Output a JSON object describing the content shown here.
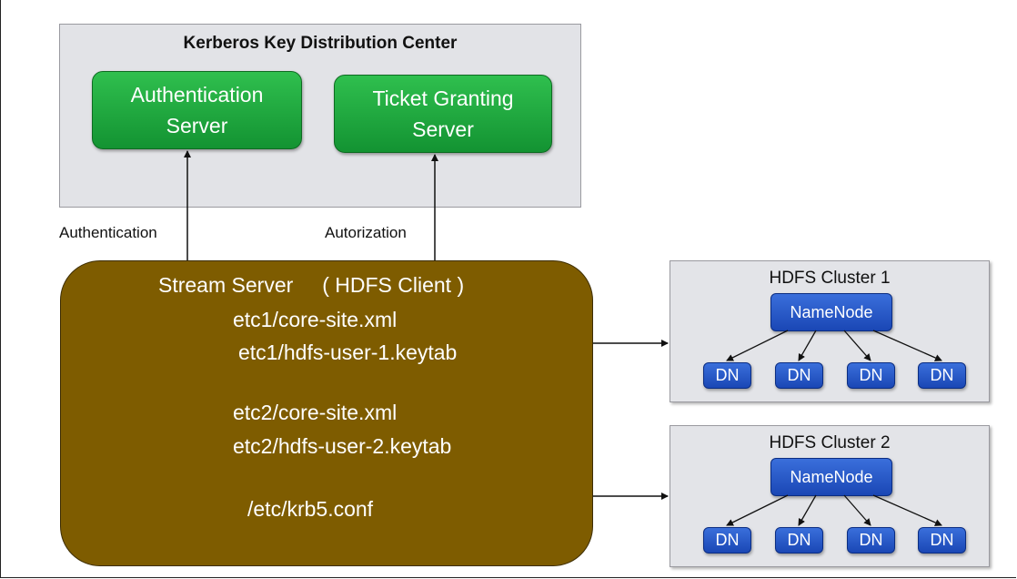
{
  "kdc": {
    "title": "Kerberos Key Distribution Center",
    "authentication_server": [
      "Authentication",
      "Server"
    ],
    "ticket_granting_server": [
      "Ticket Granting",
      "Server"
    ]
  },
  "edges": {
    "authentication_label": "Authentication",
    "authorization_label": "Autorization"
  },
  "stream_server": {
    "lines": [
      "Stream Server     ( HDFS Client )",
      "etc1/core-site.xml",
      "etc1/hdfs-user-1.keytab",
      "etc2/core-site.xml",
      "etc2/hdfs-user-2.keytab",
      "/etc/krb5.conf"
    ]
  },
  "clusters": [
    {
      "title": "HDFS Cluster 1",
      "namenode": "NameNode",
      "datanodes": [
        "DN",
        "DN",
        "DN",
        "DN"
      ]
    },
    {
      "title": "HDFS Cluster 2",
      "namenode": "NameNode",
      "datanodes": [
        "DN",
        "DN",
        "DN",
        "DN"
      ]
    }
  ],
  "colors": {
    "kdc_background": "#e2e3e7",
    "server_green": "#1fa63e",
    "stream_brown": "#7e5c00",
    "node_blue": "#2a5bcc"
  }
}
